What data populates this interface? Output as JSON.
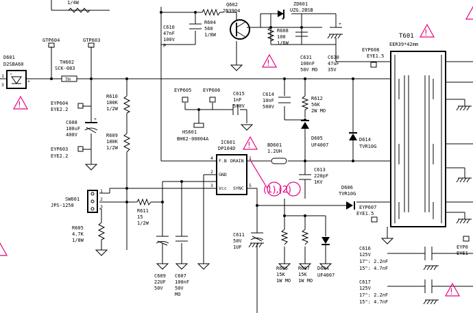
{
  "components": {
    "d601": {
      "ref": "D601",
      "value": "D2SBA60"
    },
    "gtp604": {
      "ref": "GTP604"
    },
    "gtp603": {
      "ref": "GTP603"
    },
    "th602": {
      "ref": "TH602",
      "value": "SCK-083"
    },
    "top_resistor_value": "1/4W",
    "eyp604": {
      "ref": "EYP604",
      "value": "EYE2.2"
    },
    "eyp603": {
      "ref": "EYP603",
      "value": "EYE2.2"
    },
    "c608": {
      "ref": "C608",
      "v1": "180uF",
      "v2": "400V"
    },
    "r610": {
      "ref": "R610",
      "v1": "180K",
      "v2": "1/2W"
    },
    "r609": {
      "ref": "R609",
      "v1": "180K",
      "v2": "1/2W"
    },
    "sw601": {
      "ref": "SW601",
      "value": "JPS-1258"
    },
    "r605": {
      "ref": "R605",
      "v1": "4.7K",
      "v2": "1/8W"
    },
    "r611": {
      "ref": "R611",
      "v1": "15",
      "v2": "1/2W"
    },
    "c610": {
      "ref": "C610",
      "v1": "47nF",
      "v2": "100V",
      "v3": "P"
    },
    "r604": {
      "ref": "R604",
      "v1": "560",
      "v2": "1/8W"
    },
    "q602": {
      "ref": "Q602",
      "value": "2N3904"
    },
    "zd601": {
      "ref": "ZD601",
      "value": "UZG.2BSB"
    },
    "r608": {
      "ref": "R608",
      "v1": "100",
      "v2": "1/6W"
    },
    "c631": {
      "ref": "C631",
      "v1": "100nF",
      "v2": "50V MO"
    },
    "c630": {
      "ref": "C630",
      "v1": "47uF",
      "v2": "35V"
    },
    "eyp605": {
      "ref": "EYP605"
    },
    "eyp606": {
      "ref": "EYP606"
    },
    "c615": {
      "ref": "C615",
      "v1": "1nF",
      "v2": "500V"
    },
    "hs601": {
      "ref": "HS601",
      "value": "BH62-00004A"
    },
    "c614": {
      "ref": "C614",
      "v1": "10nF",
      "v2": "500V"
    },
    "r612": {
      "ref": "R612",
      "v1": "56K",
      "v2": "2W MO"
    },
    "d605": {
      "ref": "D605",
      "value": "UF4007"
    },
    "ic601": {
      "ref": "IC601",
      "value": "DP104D",
      "pin_fb": "F.B",
      "pin_drain": "DRAIN",
      "pin_gnd": "GND",
      "pin_vcc": "Vcc",
      "pin_sync": "SYNC",
      "p4": "4",
      "p1": "1",
      "p2": "2",
      "p3": "3",
      "p5": "5"
    },
    "bd601": {
      "ref": "BD601",
      "value": "1.2UH"
    },
    "c613": {
      "ref": "C613",
      "v1": "220pF",
      "v2": "1KV"
    },
    "d614": {
      "ref": "D614",
      "value": "TVR10G"
    },
    "d606": {
      "ref": "D606",
      "value": "TVR10G"
    },
    "eyp608": {
      "ref": "EYP608",
      "value": "EYE1.5"
    },
    "eyp607": {
      "ref": "EYP607",
      "value": "EYE1.5"
    },
    "t601": {
      "ref": "T601",
      "value": "EER39*42mm"
    },
    "c611": {
      "ref": "C611",
      "v1": "50V",
      "v2": "1UF"
    },
    "c609": {
      "ref": "C609",
      "v1": "22UF",
      "v2": "50V"
    },
    "c607": {
      "ref": "C607",
      "v1": "100nF",
      "v2": "50V",
      "v3": "MO"
    },
    "r606": {
      "ref": "R606",
      "v1": "15K",
      "v2": "1W MO"
    },
    "r607": {
      "ref": "R607",
      "v1": "15K",
      "v2": "1W MO"
    },
    "d604": {
      "ref": "D604",
      "value": "UF4007"
    },
    "c616": {
      "ref": "C616",
      "v1": "125V",
      "v2": "17\": 2.2nF",
      "v3": "15\": 4.7nF"
    },
    "c617": {
      "ref": "C617",
      "v1": "125V",
      "v2": "17\": 2.2nF",
      "v3": "15\": 4.7nF"
    },
    "eyp_right": {
      "ref": "EYP0",
      "value": "EYE1"
    }
  },
  "annotations": {
    "callout": "(1),(2)",
    "warning_symbol": "!"
  },
  "colors": {
    "line": "#000000",
    "safety_mark": "#e5007e",
    "background": "#ffffff"
  }
}
